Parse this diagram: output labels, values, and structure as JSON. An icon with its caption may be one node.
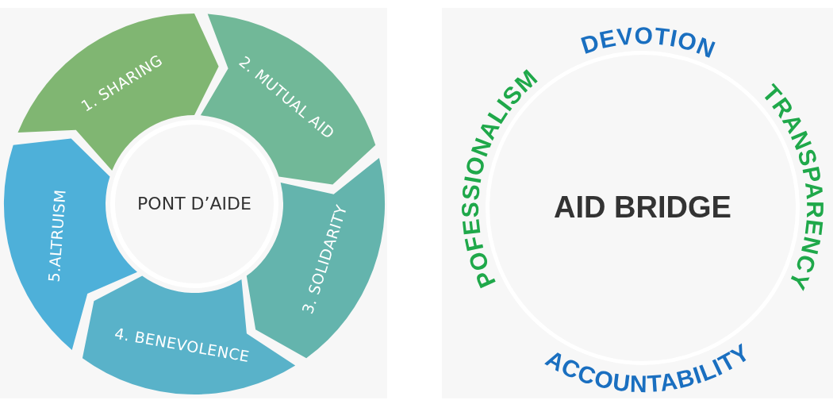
{
  "diagram": {
    "nodes": [
      {
        "text": [
          "1. SHARING"
        ]
      },
      {
        "text": [
          "2. MUTUAL AID"
        ]
      },
      {
        "text": [
          "3. SOLIDARITY"
        ]
      },
      {
        "text": [
          "4. BENEVOLENCE"
        ]
      },
      {
        "text": [
          "5.ALTRUISM"
        ]
      },
      {
        "text": [
          "PONT D’AIDE"
        ]
      },
      {
        "text": [
          "AID BRIDGE"
        ]
      }
    ],
    "labels": [
      "POFESSIONALISM",
      "DEVOTION",
      "TRANSPARENCY",
      "ACCOUNTABILITY"
    ]
  }
}
